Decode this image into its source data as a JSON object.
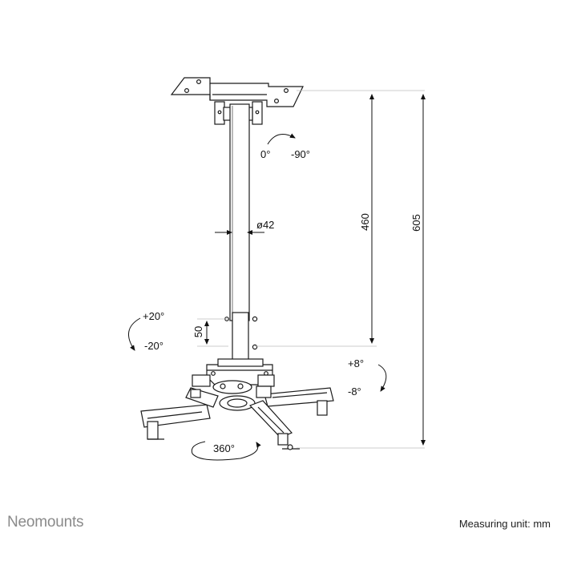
{
  "labels": {
    "rot_zero": "0°",
    "rot_neg90": "-90°",
    "diameter": "ø42",
    "height_460": "460",
    "height_605": "605",
    "tilt_up": "+20°",
    "tilt_down": "-20°",
    "adjust_50": "50",
    "swivel_up": "+8°",
    "swivel_down": "-8°",
    "rotate_360": "360°"
  },
  "footer": {
    "brand": "Neomounts",
    "units": "Measuring unit: mm"
  },
  "colors": {
    "line": "#1a1a1a",
    "dim_line": "#bdbdbd",
    "brand": "#8a8a8a"
  }
}
